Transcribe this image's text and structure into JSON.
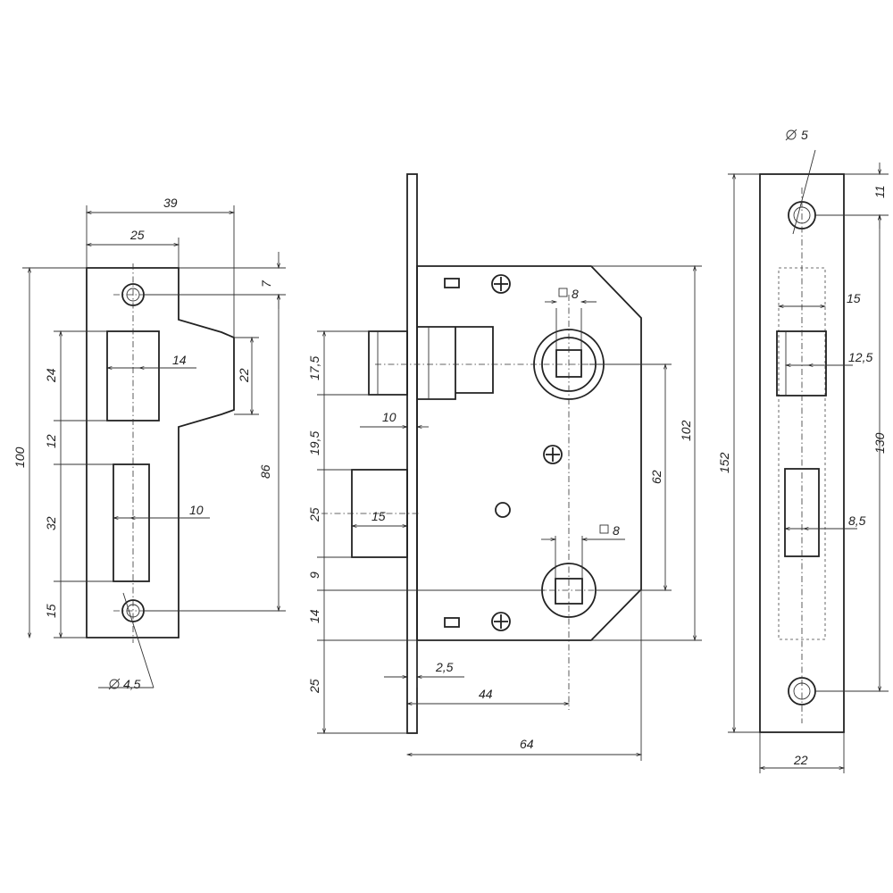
{
  "strike_plate": {
    "width_total": "39",
    "width_plate": "25",
    "top_offset": "7",
    "slot_upper_w": "14",
    "slot_upper_h": "24",
    "gap": "12",
    "slot_lower_w": "10",
    "slot_lower_h": "32",
    "bottom_offset": "15",
    "height": "100",
    "lip": "22",
    "screw_span": "86",
    "hole": "4,5"
  },
  "lock_body": {
    "latch_h": "17,5",
    "latch_offset": "10",
    "spacing_1": "19,5",
    "bolt_h": "25",
    "bolt_projection": "15",
    "spacing_2": "9",
    "spacing_3": "14",
    "spacing_4": "25",
    "plate_thickness": "2,5",
    "backset": "44",
    "depth": "64",
    "square_top": "8",
    "square_bottom": "8",
    "centers": "62",
    "height": "102"
  },
  "face_plate": {
    "hole": "5",
    "top": "11",
    "slot_w": "15",
    "slot_upper_w": "12,5",
    "span": "130",
    "slot_lower_w": "8,5",
    "height": "152",
    "width": "22"
  }
}
